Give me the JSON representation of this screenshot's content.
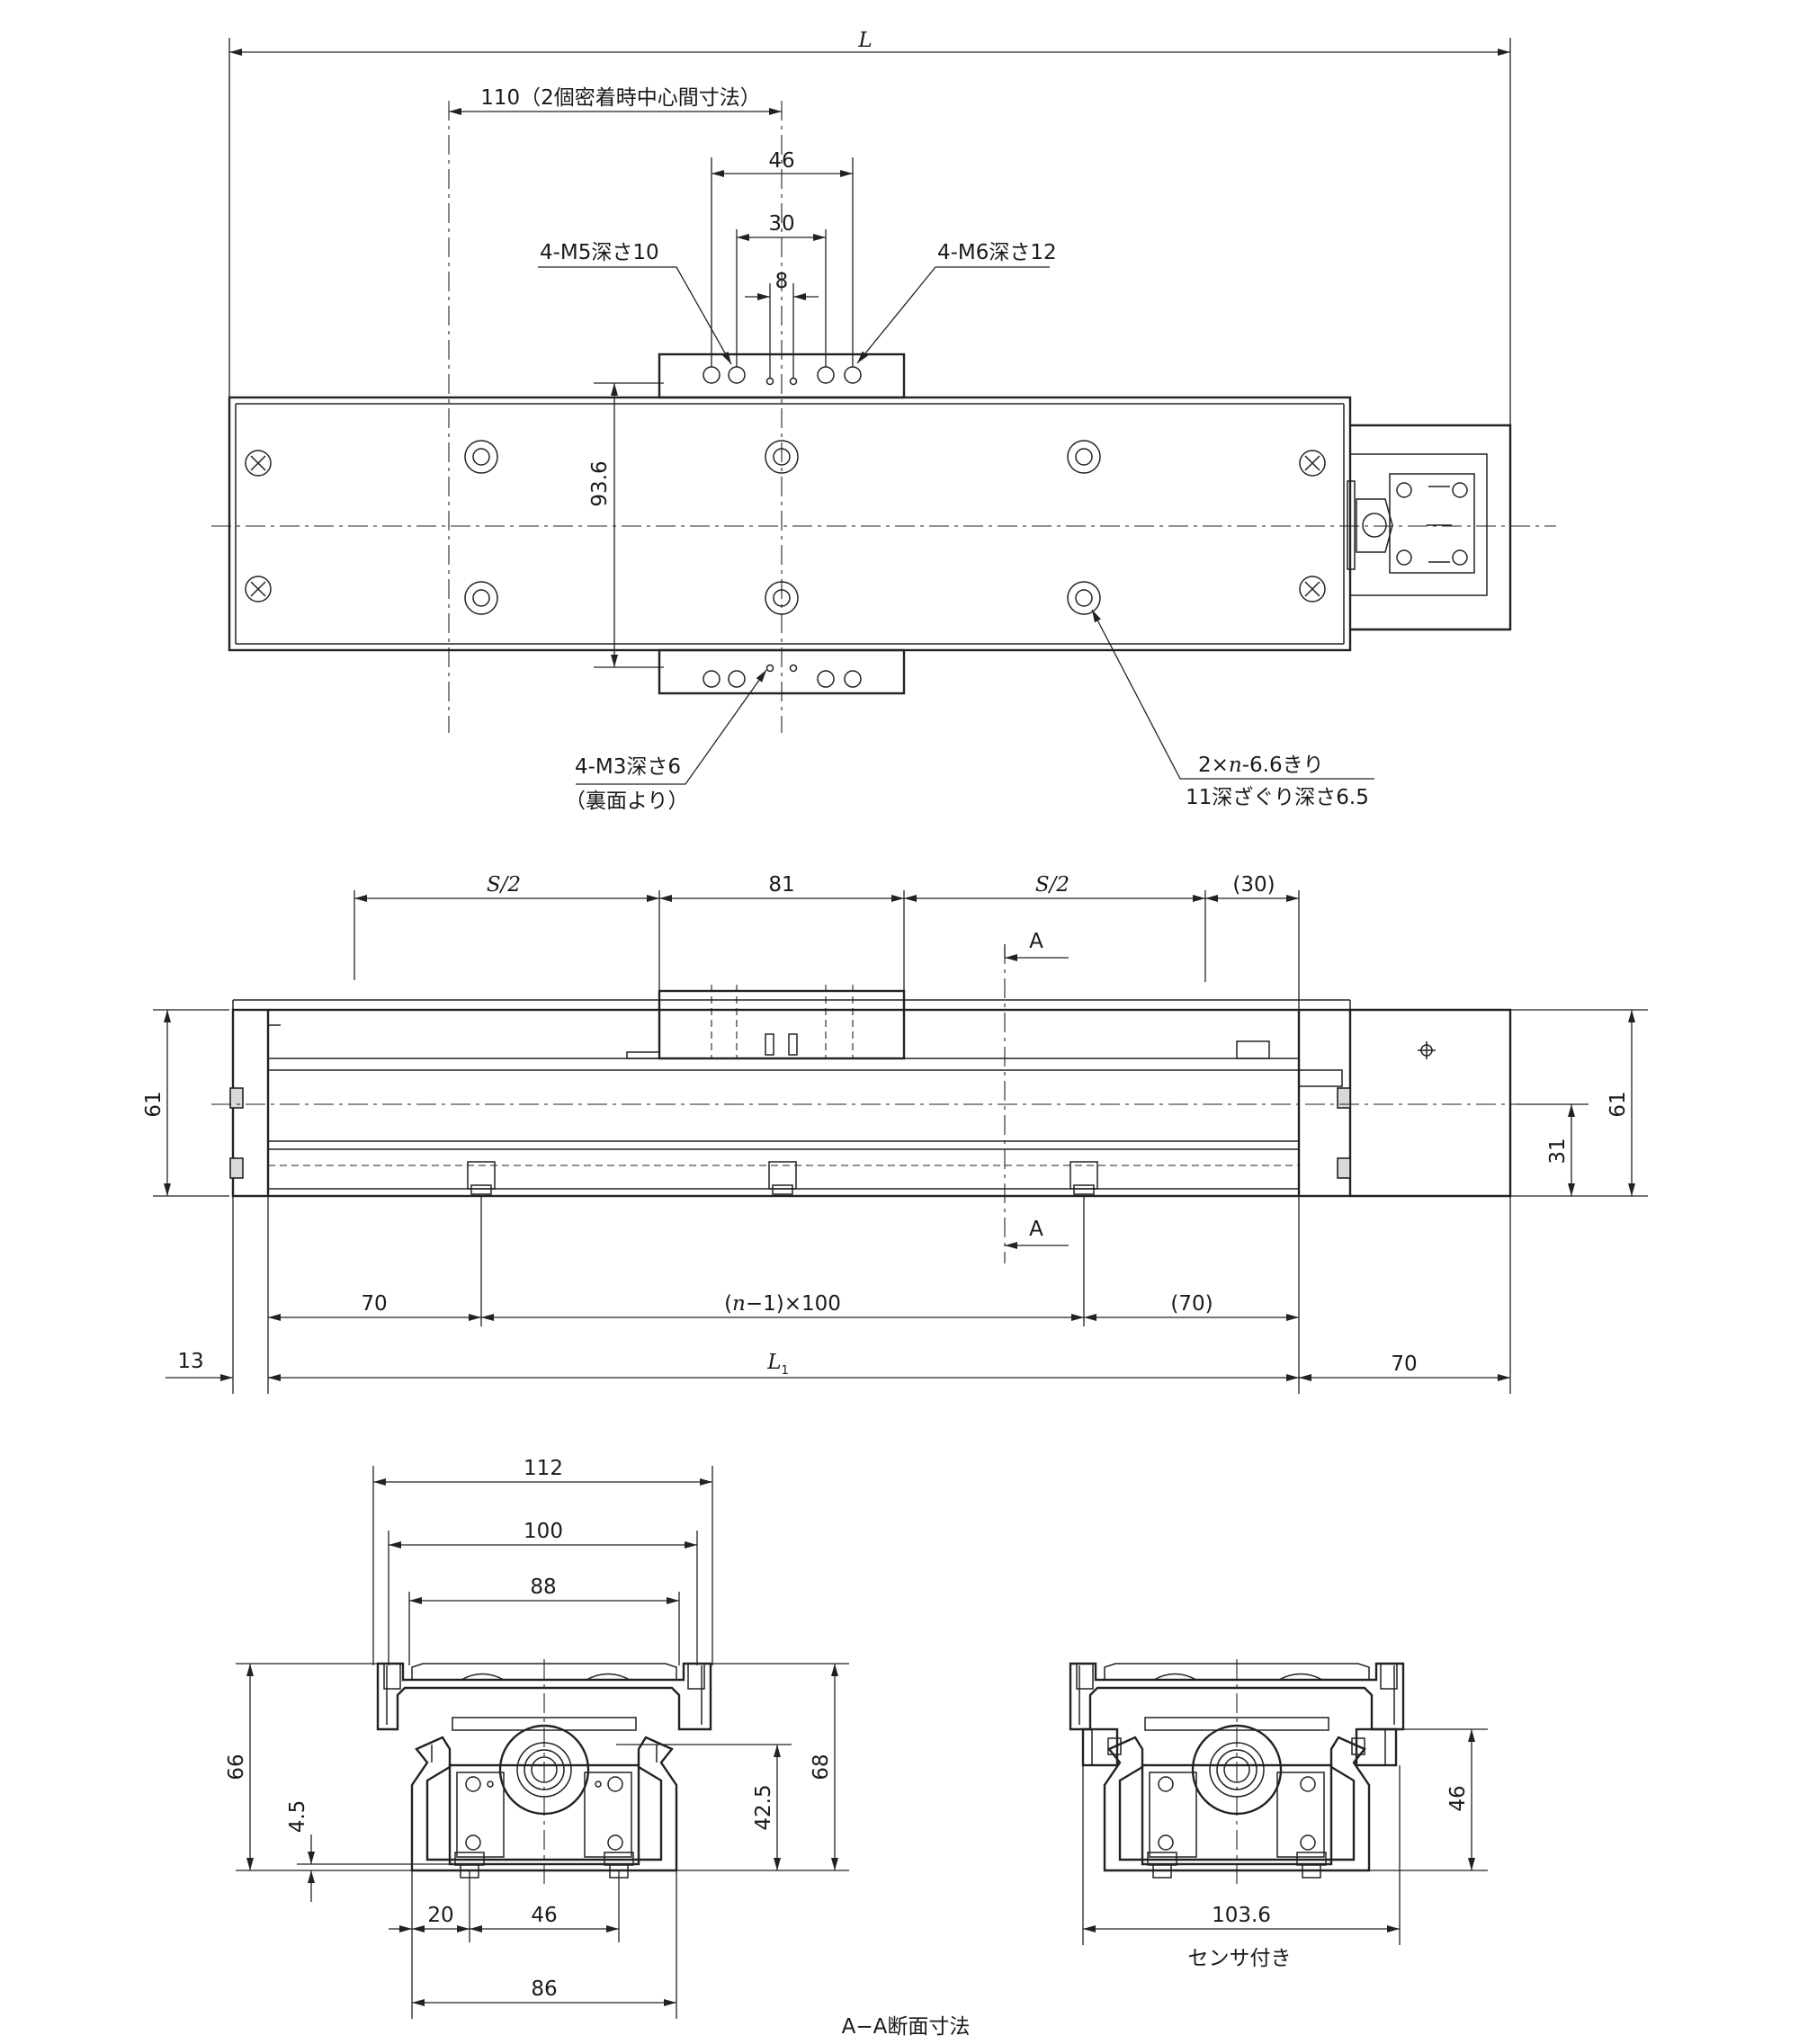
{
  "top_view": {
    "dim_L": "L",
    "dim_110": "110（2個密着時中心間寸法）",
    "dim_46": "46",
    "dim_30": "30",
    "dim_8": "8",
    "dim_93_6": "93.6",
    "label_m5": "4-M5深さ10",
    "label_m6": "4-M6深さ12",
    "label_m3_line1": "4-M3深さ6",
    "label_m3_line2": "（裏面より）",
    "label_holes_line1_pre": "2×",
    "label_holes_line1_n": "n",
    "label_holes_line1_post": "-6.6きり",
    "label_holes_line2": "11深ざぐり深さ6.5"
  },
  "side_view": {
    "dim_s2_left": "S/2",
    "dim_81": "81",
    "dim_s2_right": "S/2",
    "dim_30p": "(30)",
    "section_mark_top": "A",
    "section_mark_bottom": "A",
    "dim_61_left": "61",
    "dim_61_right": "61",
    "dim_31": "31",
    "dim_70_left": "70",
    "dim_pitch_pre": "(",
    "dim_pitch_n": "n",
    "dim_pitch_post": "−1)×100",
    "dim_70p": "(70)",
    "dim_13": "13",
    "dim_L1": "L",
    "dim_L1_sub": "1",
    "dim_70_motor": "70"
  },
  "section_view": {
    "dim_112": "112",
    "dim_100": "100",
    "dim_88": "88",
    "dim_66": "66",
    "dim_4_5": "4.5",
    "dim_42_5": "42.5",
    "dim_68": "68",
    "dim_20": "20",
    "dim_46": "46",
    "dim_86": "86"
  },
  "sensor_view": {
    "dim_46": "46",
    "dim_103_6": "103.6",
    "caption": "センサ付き"
  },
  "caption": "A−A断面寸法"
}
